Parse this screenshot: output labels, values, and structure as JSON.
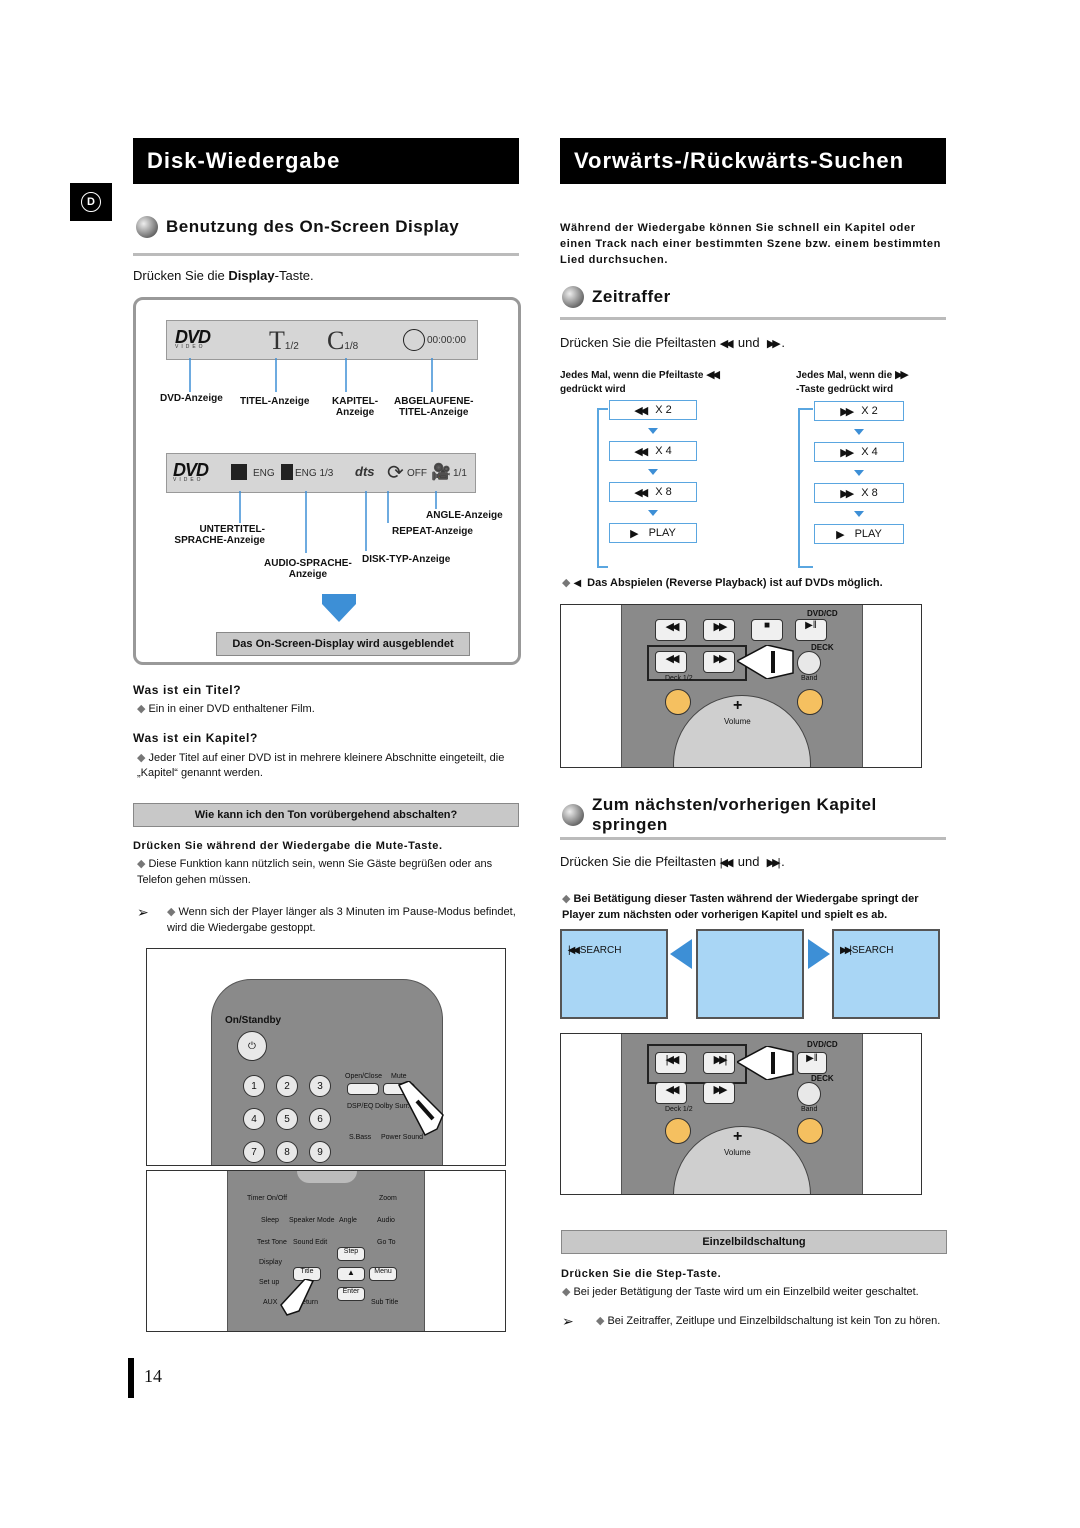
{
  "left": {
    "header": "Disk-Wiedergabe",
    "section_title": "Benutzung des On-Screen Display",
    "press_display_prefix": "Drücken Sie die ",
    "press_display_key": "Display",
    "press_display_suffix": "-Taste.",
    "osd1": {
      "t": "T",
      "t_val": "1/2",
      "c": "C",
      "c_val": "1/8",
      "time": "00:00:00"
    },
    "osd1_labels": {
      "dvd": "DVD-Anzeige",
      "titel": "TITEL-Anzeige",
      "kapitel1": "KAPITEL-",
      "kapitel2": "Anzeige",
      "abg1": "ABGELAUFENE-",
      "abg2": "TITEL-Anzeige"
    },
    "osd2": {
      "sub": "ENG",
      "audio": "ENG 1/3",
      "off": "OFF",
      "angle": "1/1"
    },
    "osd2_labels": {
      "angle": "ANGLE-Anzeige",
      "untertitel1": "UNTERTITEL-",
      "untertitel2": "SPRACHE-Anzeige",
      "repeat": "REPEAT-Anzeige",
      "audio1": "AUDIO-SPRACHE-",
      "audio2": "Anzeige",
      "disk": "DISK-TYP-Anzeige"
    },
    "osd_hidden": "Das On-Screen-Display wird ausgeblendet",
    "q_titel": "Was ist ein Titel?",
    "a_titel": "Ein in einer DVD enthaltener Film.",
    "q_kapitel": "Was ist ein Kapitel?",
    "a_kapitel": "Jeder Titel auf einer DVD ist in mehrere kleinere Abschnitte eingeteilt, die „Kapitel“ genannt werden.",
    "mute_bar": "Wie kann ich den Ton vorübergehend abschalten?",
    "mute_press": "Drücken Sie während der Wiedergabe die Mute-Taste.",
    "mute_note": "Diese Funktion kann nützlich sein, wenn Sie Gäste begrüßen oder ans Telefon gehen müssen.",
    "pause_note": "Wenn sich der Player länger als 3 Minuten im Pause-Modus befindet, wird die Wiedergabe gestoppt.",
    "remote": {
      "standby": "On/Standby",
      "open": "Open/Close",
      "mute": "Mute",
      "dsp": "DSP/EQ",
      "dolby": "Dolby Surr.",
      "sbass": "S.Bass",
      "power": "Power Sound",
      "keys": [
        "1",
        "2",
        "3",
        "4",
        "5",
        "6",
        "7",
        "8",
        "9"
      ]
    },
    "remote2": {
      "timer": "Timer On/Off",
      "zoom": "Zoom",
      "sleep": "Sleep",
      "speaker": "Speaker Mode",
      "angle": "Angle",
      "audio": "Audio",
      "test": "Test Tone",
      "sound": "Sound Edit",
      "step": "Step",
      "goto": "Go To",
      "display": "Display",
      "title": "Title",
      "menu": "Menu",
      "setup": "Set up",
      "enter": "Enter",
      "aux": "AUX",
      "return": "Return",
      "subtitle": "Sub Title"
    }
  },
  "side_tab": "D",
  "page_number": "14",
  "right": {
    "header": "Vorwärts-/Rückwärts-Suchen",
    "intro": "Während der Wiedergabe können Sie schnell ein Kapitel oder einen Track nach einer bestimmten Szene bzw. einem bestimmten Lied durchsuchen.",
    "zeitraffer": "Zeitraffer",
    "press_arrows": "Drücken Sie die Pfeiltasten",
    "und": "und",
    "col1_head1": "Jedes Mal, wenn die Pfeiltaste",
    "col1_head2": "gedrückt wird",
    "col2_head1": "Jedes Mal, wenn die",
    "col2_head2": "-Taste gedrückt wird",
    "steps": [
      "X 2",
      "X 4",
      "X 8",
      "PLAY"
    ],
    "reverse_note": "Das Abspielen (Reverse Playback) ist auf DVDs möglich.",
    "remote": {
      "dvdcd": "DVD/CD",
      "deck": "DECK",
      "deck12": "Deck 1/2",
      "band": "Band",
      "volume": "Volume"
    },
    "kapitel_title": "Zum nächsten/vorherigen Kapitel springen",
    "press_skip": "Drücken Sie die Pfeiltasten",
    "skip_note": "Bei Betätigung dieser Tasten während der Wiedergabe springt der Player zum nächsten oder vorherigen Kapitel und spielt es ab.",
    "search": "SEARCH",
    "einzel_bar": "Einzelbildschaltung",
    "step_press": "Drücken Sie die Step-Taste.",
    "step_note": "Bei jeder Betätigung der Taste wird um ein Einzelbild weiter geschaltet.",
    "nosound_note": "Bei Zeitraffer, Zeitlupe und Einzelbildschaltung ist kein Ton zu hören."
  }
}
